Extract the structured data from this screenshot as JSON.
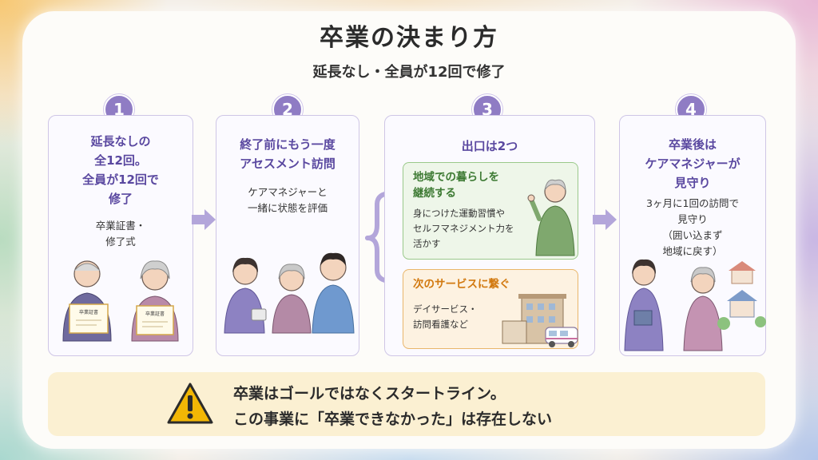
{
  "title": "卒業の決まり方",
  "subtitle": "延長なし・全員が12回で修了",
  "steps": [
    {
      "number": "1",
      "title_lines": [
        "延長なしの",
        "全12回。",
        "全員が12回で",
        "修了"
      ],
      "text_lines": [
        "卒業証書・",
        "修了式"
      ],
      "certificate_labels": [
        "卒業証書",
        "卒業証書"
      ]
    },
    {
      "number": "2",
      "title_lines": [
        "終了前にもう一度",
        "アセスメント訪問"
      ],
      "text_lines": [
        "ケアマネジャーと",
        "一緒に状態を評価"
      ]
    },
    {
      "number": "3",
      "title": "出口は2つ",
      "exits": [
        {
          "title_lines": [
            "地域での暮らしを",
            "継続する"
          ],
          "text_lines": [
            "身につけた運動習慣や",
            "セルフマネジメント力を",
            "活かす"
          ]
        },
        {
          "title_lines": [
            "次のサービスに繋ぐ"
          ],
          "text_lines": [
            "デイサービス・",
            "訪問看護など"
          ]
        }
      ]
    },
    {
      "number": "4",
      "title_lines": [
        "卒業後は",
        "ケアマネジャーが",
        "見守り"
      ],
      "text_lines": [
        "3ヶ月に1回の訪問で",
        "見守り",
        "（囲い込まず",
        "地域に戻す）"
      ]
    }
  ],
  "banner": {
    "icon": "warning-icon",
    "lines": [
      "卒業はゴールではなくスタートライン。",
      "この事業に「卒業できなかった」は存在しない"
    ]
  },
  "colors": {
    "accent_purple": "#8f7cc4",
    "title_purple": "#5a48a0",
    "green": "#3d7a33",
    "orange": "#d2790f",
    "warning": "#f2b705"
  }
}
